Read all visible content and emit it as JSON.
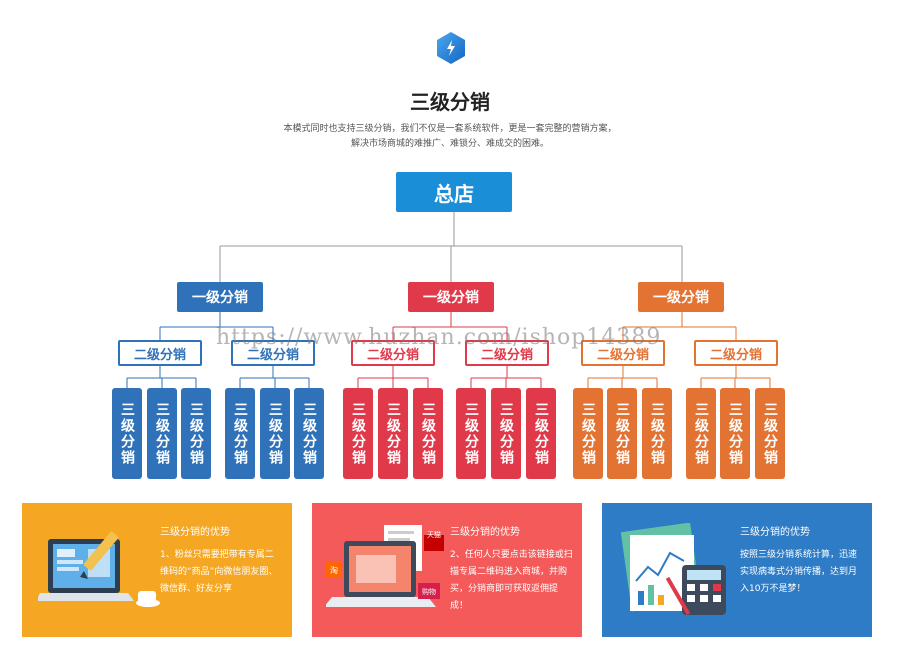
{
  "header": {
    "title": "三级分销",
    "description_line1": "本模式同时也支持三级分销，我们不仅是一套系统软件，更是一套完整的营销方案，",
    "description_line2": "解决市场商城的难推广、难锁分、难成交的困难。"
  },
  "tree": {
    "root_label": "总店",
    "level1_label": "一级分销",
    "level2_label": "二级分销",
    "level3_label": "三级分销"
  },
  "colors": {
    "blue": "#2f72b9",
    "red": "#e0394a",
    "orange": "#e37332",
    "root": "#1b8ed8",
    "card_yellow": "#f5a623",
    "card_red": "#f45a5a",
    "card_blue": "#2e7bc6"
  },
  "watermark": "https://www.huzhan.com/ishop14389",
  "cards": [
    {
      "title": "三级分销的优势",
      "text": "1、粉丝只需要把带有专属二维码的“商品”向微信朋友圈、微信群、好友分享",
      "icon": "laptop-pencil-icon"
    },
    {
      "title": "三级分销的优势",
      "text": "2、任何人只要点击该链接或扫描专属二维码进入商城，并购买，分销商即可获取返佣提成！",
      "icon": "laptop-shopping-icon",
      "badge_tmall": "天猫",
      "badge_taobao": "淘",
      "badge_shop": "购物"
    },
    {
      "title": "三级分销的优势",
      "text": "按照三级分销系统计算，迅速实现病毒式分销传播，达到月入10万不是梦！",
      "icon": "chart-calculator-icon"
    }
  ]
}
